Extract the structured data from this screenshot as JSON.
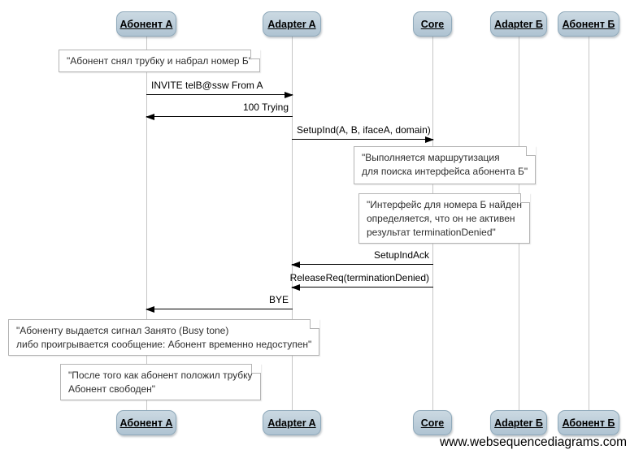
{
  "watermark": "www.websequencediagrams.com",
  "colors": {
    "actor_fill_top": "#cbd9e2",
    "actor_fill_bottom": "#afc3d2",
    "actor_border": "#8fa9ba",
    "lifeline": "#c6c6c6",
    "note_border": "#b4b4b4",
    "note_bg": "#ffffff",
    "arrow": "#000000"
  },
  "actors": [
    {
      "label": "Абонент А"
    },
    {
      "label": "Adapter A"
    },
    {
      "label": "Core"
    },
    {
      "label": "Adapter Б"
    },
    {
      "label": "Абонент Б"
    }
  ],
  "messages": [
    {
      "label": "INVITE telB@ssw From A",
      "from": "Абонент А",
      "to": "Adapter A",
      "direction": "right"
    },
    {
      "label": "100 Trying",
      "from": "Adapter A",
      "to": "Абонент А",
      "direction": "left"
    },
    {
      "label": "SetupInd(A, B, ifaceA, domain)",
      "from": "Adapter A",
      "to": "Core",
      "direction": "right"
    },
    {
      "label": "SetupIndAck",
      "from": "Core",
      "to": "Adapter A",
      "direction": "left"
    },
    {
      "label": "ReleaseReq(terminationDenied)",
      "from": "Core",
      "to": "Adapter A",
      "direction": "left"
    },
    {
      "label": "BYE",
      "from": "Adapter A",
      "to": "Абонент А",
      "direction": "left"
    }
  ],
  "notes": [
    {
      "lines": [
        "\"Абонент снял трубку и набрал номер Б\""
      ]
    },
    {
      "lines": [
        "\"Выполняется маршрутизация",
        "для поиска интерфейса абонента Б\""
      ]
    },
    {
      "lines": [
        "\"Интерфейс для номера Б найден",
        "определяется, что он не активен",
        "результат terminationDenied\""
      ]
    },
    {
      "lines": [
        "\"Абоненту выдается сигнал Занято (Busy tone)",
        "либо проигрывается сообщение: Абонент временно недоступен\""
      ]
    },
    {
      "lines": [
        "\"После того как абонент положил трубку",
        "Абонент свободен\""
      ]
    }
  ]
}
